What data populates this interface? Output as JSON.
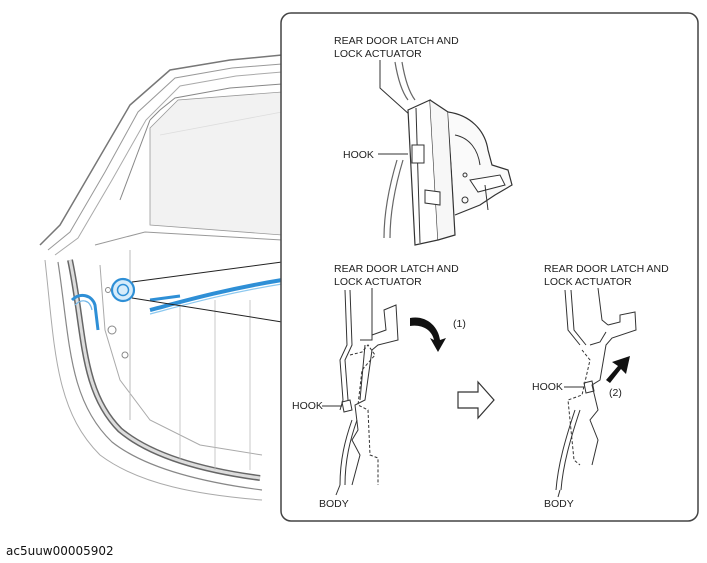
{
  "figure_id": "ac5uuw00005902",
  "colors": {
    "accent": "#2e8fd6",
    "line": "#333333",
    "panel_border": "#444444"
  },
  "detail_top": {
    "label_actuator": [
      "REAR DOOR LATCH AND",
      "LOCK ACTUATOR"
    ],
    "label_hook": "HOOK"
  },
  "detail_left": {
    "label_actuator": [
      "REAR DOOR LATCH AND",
      "LOCK ACTUATOR"
    ],
    "label_hook": "HOOK",
    "label_body": "BODY",
    "step": "(1)"
  },
  "detail_right": {
    "label_actuator": [
      "REAR DOOR LATCH AND",
      "LOCK ACTUATOR"
    ],
    "label_hook": "HOOK",
    "label_body": "BODY",
    "step": "(2)"
  }
}
